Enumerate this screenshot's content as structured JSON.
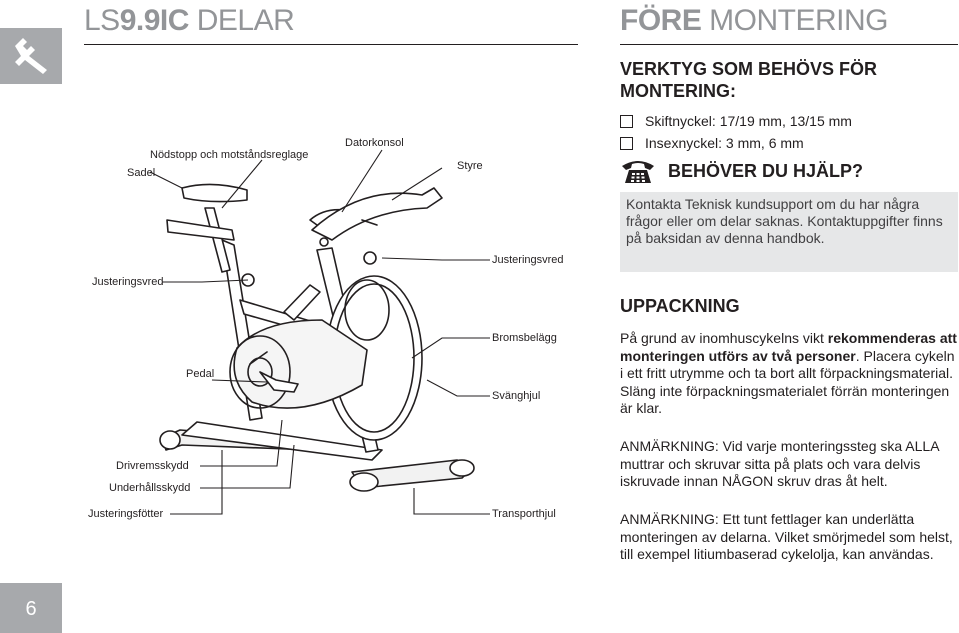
{
  "page_number": "6",
  "left_heading": {
    "prefix": "LS",
    "bold": "9.9IC",
    "suffix": " DELAR"
  },
  "right_heading": {
    "bold": "FÖRE",
    "suffix": " MONTERING"
  },
  "tools": {
    "title": "VERKTYG SOM BEHÖVS FÖR MONTERING:",
    "items": [
      "Skiftnyckel: 17/19 mm, 13/15 mm",
      "Insexnyckel: 3 mm, 6 mm"
    ]
  },
  "help": {
    "title": "BEHÖVER DU HJÄLP?",
    "text": "Kontakta Teknisk kundsupport om du har några frågor eller om delar saknas. Kontaktuppgifter finns på baksidan av denna handbok."
  },
  "unpacking": {
    "title": "UPPACKNING",
    "p1_start": "På grund av inomhuscykelns vikt ",
    "p1_bold": "rekommenderas att monteringen utförs av två personer",
    "p1_end": ". Placera cykeln i ett fritt utrymme och ta bort allt förpackningsmaterial. Släng inte förpackningsmaterialet förrän monteringen är klar.",
    "p2": "ANMÄRKNING: Vid varje monteringssteg ska ALLA muttrar och skruvar sitta på plats och vara delvis iskruvade innan NÅGON skruv dras åt helt.",
    "p3": "ANMÄRKNING: Ett tunt fettlager kan underlätta monteringen av delarna. Vilket smörjmedel som helst, till exempel litiumbaserad cykelolja, kan användas."
  },
  "parts": {
    "sadel": "Sadel",
    "nodstopp": "Nödstopp och motståndsreglage",
    "datorkonsol": "Datorkonsol",
    "styre": "Styre",
    "justeringsvred_right": "Justeringsvred",
    "justeringsvred_left": "Justeringsvred",
    "bromsbelagg": "Bromsbelägg",
    "pedal": "Pedal",
    "svanghjul": "Svänghjul",
    "drivremsskydd": "Drivremsskydd",
    "underhallsskydd": "Underhållsskydd",
    "justeringsfotter": "Justeringsfötter",
    "transporthjul": "Transporthjul"
  }
}
